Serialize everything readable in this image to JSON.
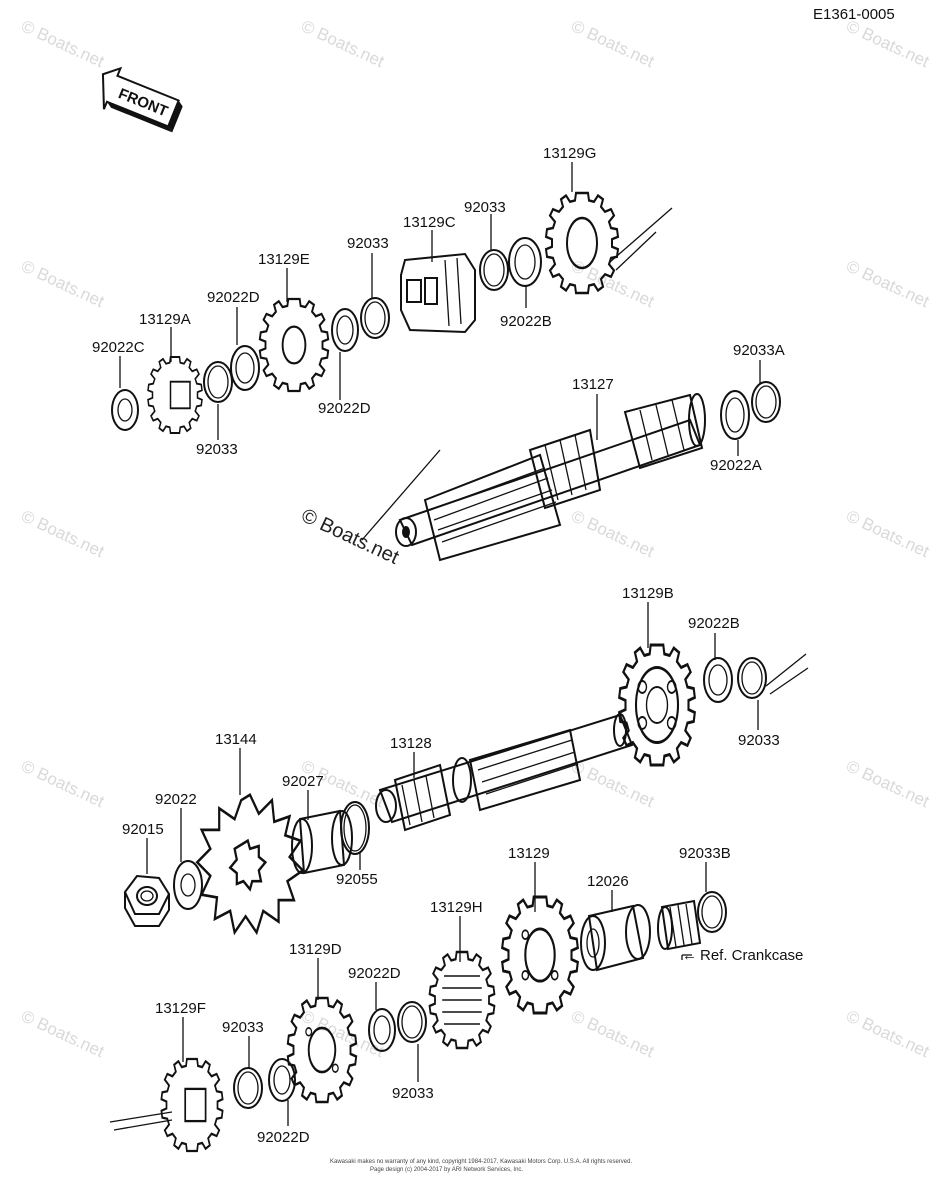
{
  "diagram_code": "E1361-0005",
  "front_label": "FRONT",
  "watermark": "© Boats.net",
  "parts": {
    "p13129G": "13129G",
    "p92033_a": "92033",
    "p13129C": "13129C",
    "p92033_b": "92033",
    "p13129E": "13129E",
    "p92022D_a": "92022D",
    "p13129A": "13129A",
    "p92022C": "92022C",
    "p92022B_a": "92022B",
    "p92022D_b": "92022D",
    "p92033_c": "92033",
    "p92033A": "92033A",
    "p13127": "13127",
    "p92022A": "92022A",
    "p13129B": "13129B",
    "p92022B_b": "92022B",
    "p92033_d": "92033",
    "p13144": "13144",
    "p13128": "13128",
    "p92022": "92022",
    "p92027": "92027",
    "p92015": "92015",
    "p92055": "92055",
    "p13129": "13129",
    "p92033B": "92033B",
    "p13129H": "13129H",
    "p12026": "12026",
    "ref_crankcase": "Ref. Crankcase",
    "p13129D": "13129D",
    "p92022D_c": "92022D",
    "p13129F": "13129F",
    "p92033_e": "92033",
    "p92033_f": "92033",
    "p92022D_d": "92022D"
  },
  "footer_line1": "Kawasaki makes no warranty of any kind, copyright 1984-2017, Kawasaki Motors Corp. U.S.A. All rights reserved.",
  "footer_line2": "Page design (c) 2004-2017 by ARI Network Services, Inc."
}
